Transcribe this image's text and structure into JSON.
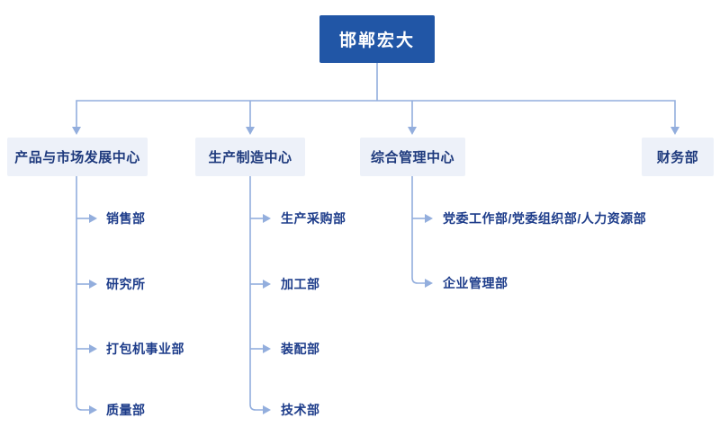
{
  "tree": {
    "root": {
      "label": "邯郸宏大"
    },
    "branches": [
      {
        "label": "产品与市场发展中心",
        "children": [
          "销售部",
          "研究所",
          "打包机事业部",
          "质量部"
        ]
      },
      {
        "label": "生产制造中心",
        "children": [
          "生产采购部",
          "加工部",
          "装配部",
          "技术部"
        ]
      },
      {
        "label": "综合管理中心",
        "children": [
          "党委工作部/党委组织部/人力资源部",
          "企业管理部"
        ]
      },
      {
        "label": "财务部",
        "children": []
      }
    ]
  },
  "colors": {
    "root_box_bg": "#2156a6",
    "root_box_text": "#ffffff",
    "branch_box_bg": "#edf1f9",
    "branch_box_text": "#1e3a7d",
    "child_text": "#1d3c8a",
    "connector_line": "#93aedd",
    "background": "#ffffff"
  }
}
